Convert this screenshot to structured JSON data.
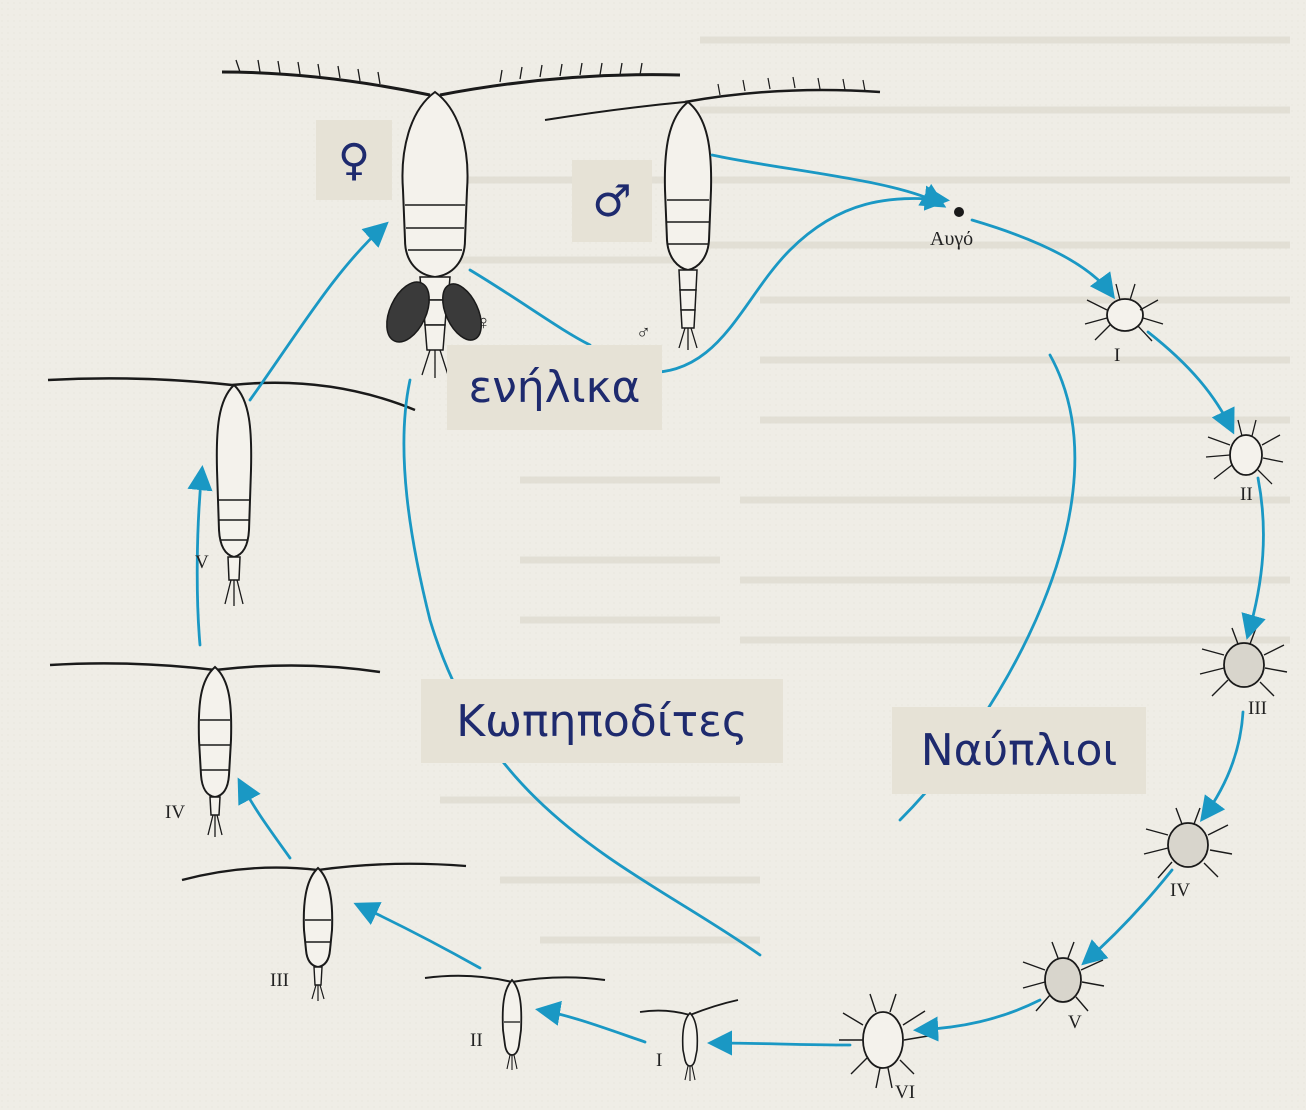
{
  "labels": {
    "adults": "ενήλικα",
    "copepodites": "Κωπηποδίτες",
    "nauplii": "Ναύπλιοι",
    "egg": "Αυγό",
    "female_symbol": "♀",
    "male_symbol": "♂",
    "female_small": "♀",
    "male_small": "♂"
  },
  "nauplius_stages": [
    "I",
    "II",
    "III",
    "IV",
    "V",
    "VI"
  ],
  "copepodite_stages": [
    "I",
    "II",
    "III",
    "IV",
    "V"
  ],
  "colors": {
    "arrow": "#1a98c4",
    "label_text": "#1e2a6e",
    "label_bg": "#e6e2d6",
    "page_bg": "#efede6",
    "ink": "#1a1a1a"
  }
}
